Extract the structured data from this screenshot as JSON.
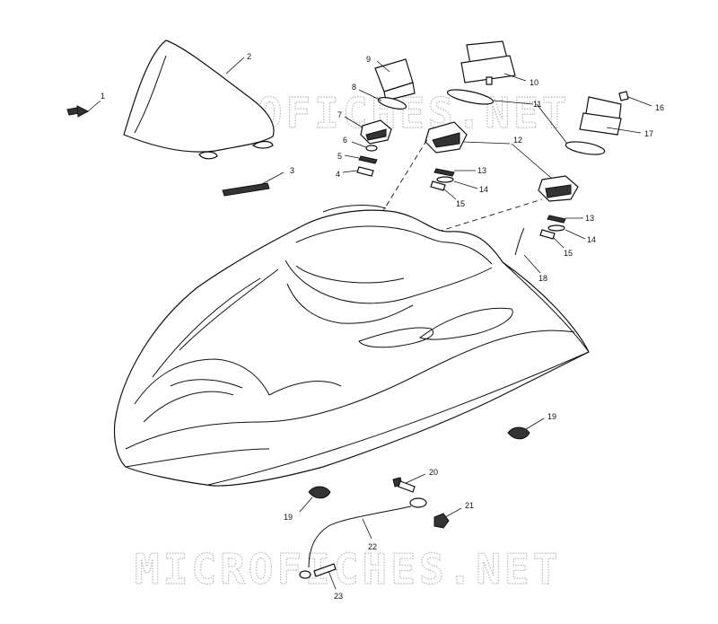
{
  "watermark": {
    "top_text": "MICROFICHES.NET",
    "bottom_text": "MICROFICHES.NET"
  },
  "callouts": {
    "c1": "1",
    "c2": "2",
    "c3": "3",
    "c4": "4",
    "c5": "5",
    "c6": "6",
    "c7": "7",
    "c8": "8",
    "c9": "9",
    "c10": "10",
    "c11": "11",
    "c12": "12",
    "c13a": "13",
    "c13b": "13",
    "c14a": "14",
    "c14b": "14",
    "c15a": "15",
    "c15b": "15",
    "c16": "16",
    "c17": "17",
    "c18": "18",
    "c19a": "19",
    "c19b": "19",
    "c20": "20",
    "c21": "21",
    "c22": "22",
    "c23": "23"
  }
}
